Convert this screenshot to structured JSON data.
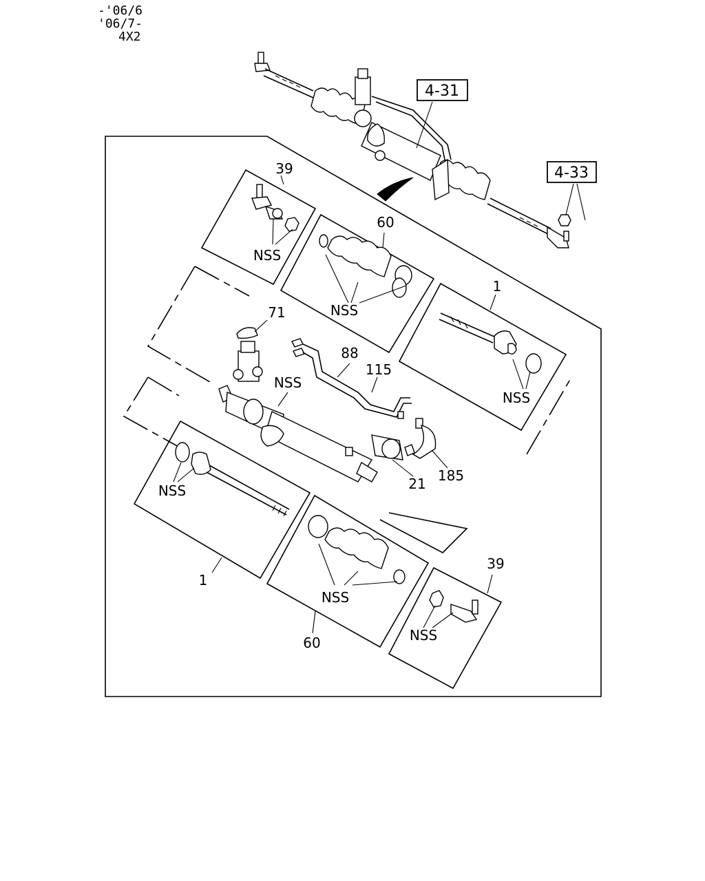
{
  "header": {
    "line1": "-'06/6",
    "line2": "'06/7-",
    "line3": "4X2"
  },
  "refs": {
    "ref_431": "4-31",
    "ref_433": "4-33"
  },
  "callouts": {
    "c39_top": "39",
    "c60_top": "60",
    "c1_right": "1",
    "c71": "71",
    "c88": "88",
    "c115": "115",
    "c21": "21",
    "c185": "185",
    "c1_left": "1",
    "c60_bottom": "60",
    "c39_bottom": "39"
  },
  "nss": {
    "label": "NSS"
  }
}
